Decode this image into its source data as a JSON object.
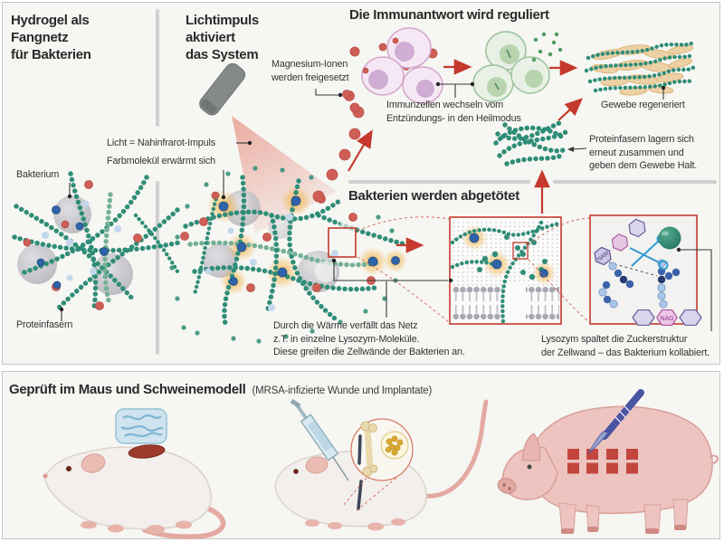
{
  "panel_top": {
    "section1": {
      "title": "Hydrogel als\nFangnetz\nfür Bakterien",
      "label_bacterium": "Bakterium",
      "label_fibers": "Proteinfasern"
    },
    "section2": {
      "title": "Lichtimpuls\naktiviert\ndas System",
      "label_light": "Licht = Nahinfrarot-Impuls",
      "label_dye": "Farbmolekül erwärmt sich"
    },
    "section3": {
      "title": "Die Immunantwort wird reguliert",
      "label_magnesium": "Magnesium-Ionen\nwerden freigesetzt",
      "label_immune": "Immunzellen wechseln vom\nEntzündungs- in den Heilmodus",
      "label_tissue": "Gewebe regeneriert",
      "label_fibers_regroup": "Proteinfasern lagern sich\nerneut zusammen und\ngeben dem Gewebe Halt."
    },
    "section4": {
      "title": "Bakterien werden abgetötet",
      "caption_heat": "Durch die Wärme verfällt das Netz\nz.T. in einzelne Lysozym-Moleküle.\nDiese greifen die Zellwände der Bakterien an.",
      "caption_lysozyme": "Lysozym spaltet die Zuckerstruktur\nder Zellwand – das Bakterium kollabiert.",
      "molecule_nam": "NAM",
      "molecule_nag": "NAG"
    }
  },
  "panel_bottom": {
    "title": "Geprüft im Maus und Schweinemodell",
    "subtitle": "(MRSA-infizierte Wunde und Implantate)"
  },
  "icons": {
    "light_device": "nir-light-emitter-icon",
    "scissors": "lysozyme-scissors-icon",
    "syringe": "syringe-icon",
    "scalpel": "scalpel-icon",
    "hydrogel_block": "hydrogel-patch-icon"
  },
  "colors": {
    "accent_red": "#c43a2c",
    "bead_green": "#2f8d77",
    "ion_red": "#cf5f56",
    "dye_blue": "#2f62a8",
    "glow_orange": "#f0b143",
    "cell_pink": "#f5e8f4",
    "cell_green": "#e9f1e6",
    "tissue_tan": "#ecd0a0",
    "pig_pink": "#edc4c0",
    "square_red": "#c2463d",
    "hydrogel_blue": "#cfe4ee",
    "panel_bg": "#f6f6f3"
  }
}
